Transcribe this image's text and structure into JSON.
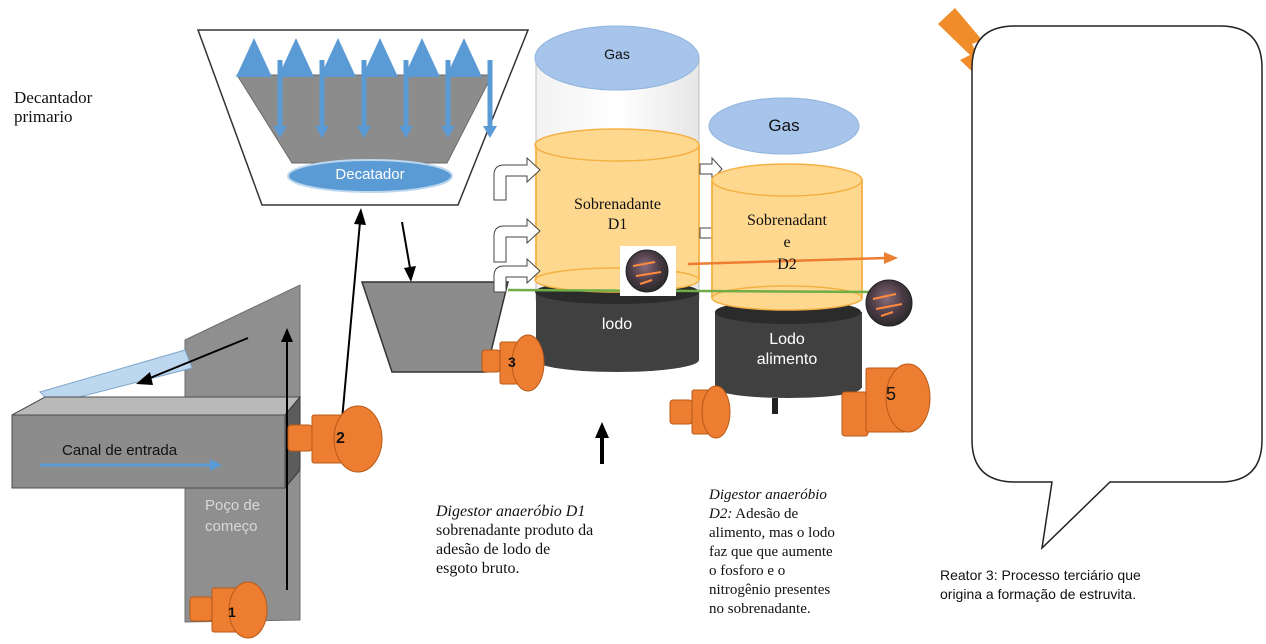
{
  "labels": {
    "decantador_primario": [
      "Decantador",
      "primario"
    ],
    "decatador": "Decatador",
    "gas_d1": "Gas",
    "gas_d2": "Gas",
    "sobrenadante_d1": [
      "Sobrenadante",
      "D1"
    ],
    "sobrenadante_d2": [
      "Sobrenadant",
      "e",
      "D2"
    ],
    "lodo_d1": "lodo",
    "lodo_d2": [
      "Lodo",
      "alimento"
    ],
    "canal_de_entrada": "Canal de entrada",
    "poco_de_comeco": [
      "Poço de",
      "começo"
    ]
  },
  "pumps": [
    "1",
    "2",
    "3",
    "5"
  ],
  "captions": {
    "d1": {
      "title": "Digestor anaeróbio D1",
      "lines": [
        "sobrenadante produto da",
        "adesão de lodo de",
        "esgoto bruto."
      ]
    },
    "d2": {
      "title": [
        "Digestor anaeróbio",
        "D2:"
      ],
      "title_rest": " Adesão de",
      "lines": [
        "alimento, mas o lodo",
        "faz que que aumente",
        "o fosforo e o",
        "nitrogênio presentes",
        "no sobrenadante."
      ]
    },
    "reator3": [
      "Reator 3: Processo terciário que",
      "origina a formação de estruvita."
    ]
  },
  "icons": [
    "lightning-icon",
    "speech-bubble-shape",
    "gear-motor-icon"
  ],
  "colors": {
    "triangle_blue": "#5b9bd5",
    "gas_blue": "#a7c5ea",
    "supernatant": "#ffd890",
    "supernatant_stroke": "#f5b043",
    "sludge": "#404040",
    "pump_orange": "#ed7d31",
    "lightning": "#f08c2a",
    "channel_gray": "#7a7a7a",
    "arrow_green": "#70ad47"
  }
}
